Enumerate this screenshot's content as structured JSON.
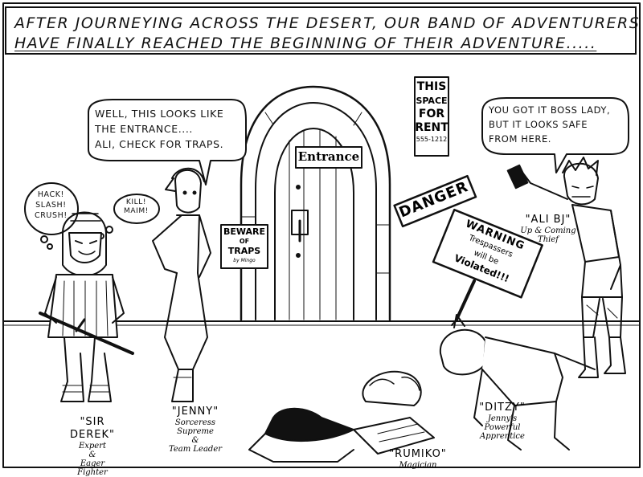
{
  "caption": {
    "line1": "AFTER JOURNEYING ACROSS THE DESERT, OUR BAND OF ADVENTURERS",
    "line2": "HAVE FINALLY REACHED THE BEGINNING OF THEIR ADVENTURE....."
  },
  "bubbles": {
    "jenny": [
      "WELL, THIS LOOKS LIKE",
      "THE ENTRANCE....",
      "ALI, CHECK FOR TRAPS."
    ],
    "ali": [
      "YOU GOT IT BOSS LADY,",
      "BUT IT LOOKS SAFE",
      "FROM HERE."
    ],
    "derek_speech": [
      "HACK!",
      "SLASH!",
      "CRUSH!"
    ],
    "derek_thought": [
      "KILL!",
      "MAIM!"
    ]
  },
  "signs": {
    "entrance": "Entrance",
    "rent": [
      "THIS",
      "SPACE",
      "FOR",
      "RENT",
      "555-1212"
    ],
    "danger": "DANGER",
    "beware": [
      "BEWARE",
      "OF",
      "TRAPS"
    ],
    "beware_signature": "by Mingo",
    "warning": [
      "WARNING",
      "Trespassers",
      "will be",
      "Violated!!!"
    ]
  },
  "characters": {
    "derek": {
      "name": "\"SIR DEREK\"",
      "desc": [
        "Expert",
        "&",
        "Eager",
        "Fighter"
      ]
    },
    "jenny": {
      "name": "\"JENNY\"",
      "desc": [
        "Sorceress",
        "Supreme",
        "&",
        "Team Leader"
      ]
    },
    "ali": {
      "name": "\"ALI BJ\"",
      "desc": [
        "Up & Coming",
        "Thief"
      ]
    },
    "ditzy": {
      "name": "\"DITZY\"",
      "desc": [
        "Jenny's",
        "Powerful",
        "Apprentice"
      ]
    },
    "rumiko": {
      "name": "\"RUMIKO\"",
      "desc": [
        "Magician"
      ]
    }
  },
  "colors": {
    "ink": "#111111",
    "paper": "#ffffff",
    "shade": "#333333"
  }
}
